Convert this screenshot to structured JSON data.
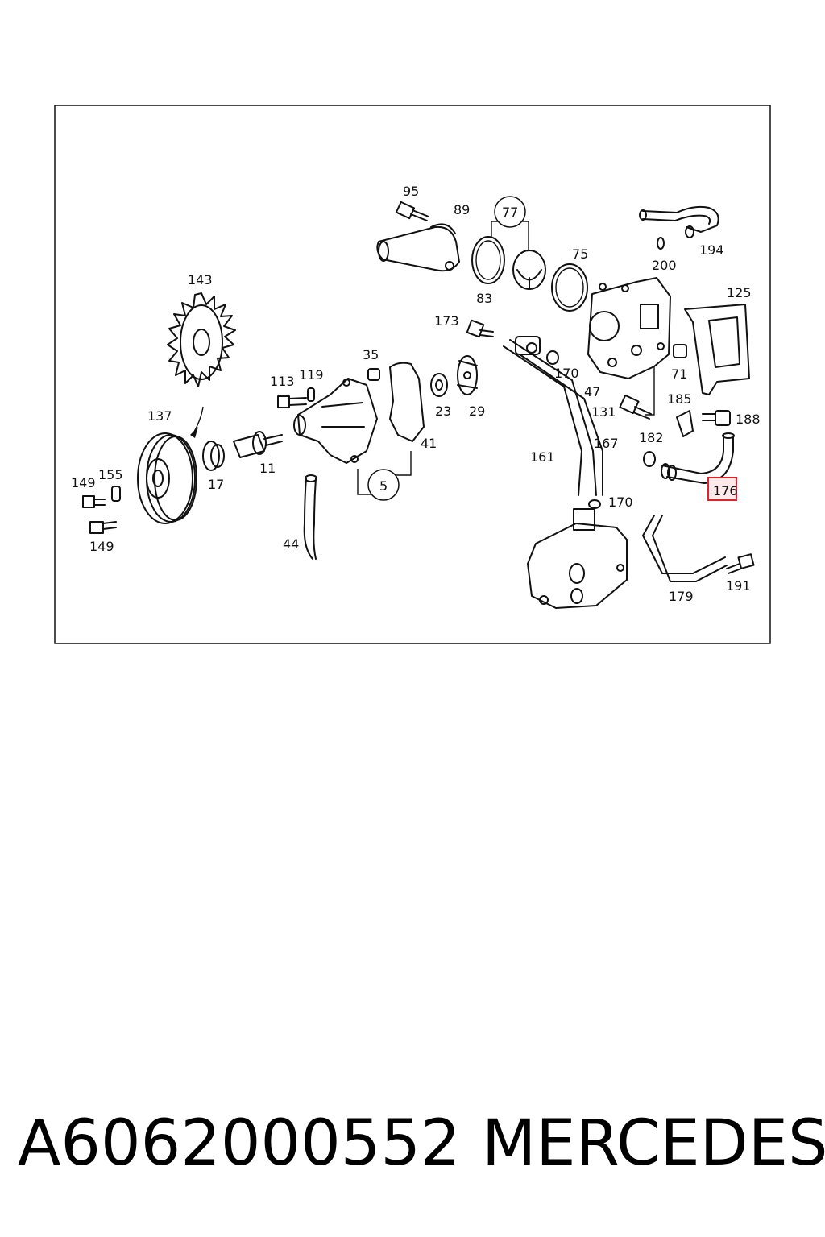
{
  "diagram": {
    "callouts": [
      {
        "id": "95",
        "label": "95"
      },
      {
        "id": "89",
        "label": "89"
      },
      {
        "id": "77",
        "label": "77"
      },
      {
        "id": "75",
        "label": "75"
      },
      {
        "id": "83",
        "label": "83"
      },
      {
        "id": "194",
        "label": "194"
      },
      {
        "id": "200",
        "label": "200"
      },
      {
        "id": "125",
        "label": "125"
      },
      {
        "id": "143",
        "label": "143"
      },
      {
        "id": "173",
        "label": "173"
      },
      {
        "id": "35",
        "label": "35"
      },
      {
        "id": "170a",
        "label": "170"
      },
      {
        "id": "71",
        "label": "71"
      },
      {
        "id": "47",
        "label": "47"
      },
      {
        "id": "113",
        "label": "113"
      },
      {
        "id": "119",
        "label": "119"
      },
      {
        "id": "23",
        "label": "23"
      },
      {
        "id": "29",
        "label": "29"
      },
      {
        "id": "185",
        "label": "185"
      },
      {
        "id": "131",
        "label": "131"
      },
      {
        "id": "188",
        "label": "188"
      },
      {
        "id": "137",
        "label": "137"
      },
      {
        "id": "41",
        "label": "41"
      },
      {
        "id": "167",
        "label": "167"
      },
      {
        "id": "182",
        "label": "182"
      },
      {
        "id": "161",
        "label": "161"
      },
      {
        "id": "11",
        "label": "11"
      },
      {
        "id": "17",
        "label": "17"
      },
      {
        "id": "149a",
        "label": "149"
      },
      {
        "id": "155",
        "label": "155"
      },
      {
        "id": "5",
        "label": "5"
      },
      {
        "id": "176",
        "label": "176"
      },
      {
        "id": "170b",
        "label": "170"
      },
      {
        "id": "149b",
        "label": "149"
      },
      {
        "id": "44",
        "label": "44"
      },
      {
        "id": "179",
        "label": "179"
      },
      {
        "id": "191",
        "label": "191"
      }
    ],
    "highlighted_callout": "176",
    "highlight_color": "#e0202a"
  },
  "caption": {
    "part_number": "A6062000552",
    "brand": "MERCEDES"
  }
}
